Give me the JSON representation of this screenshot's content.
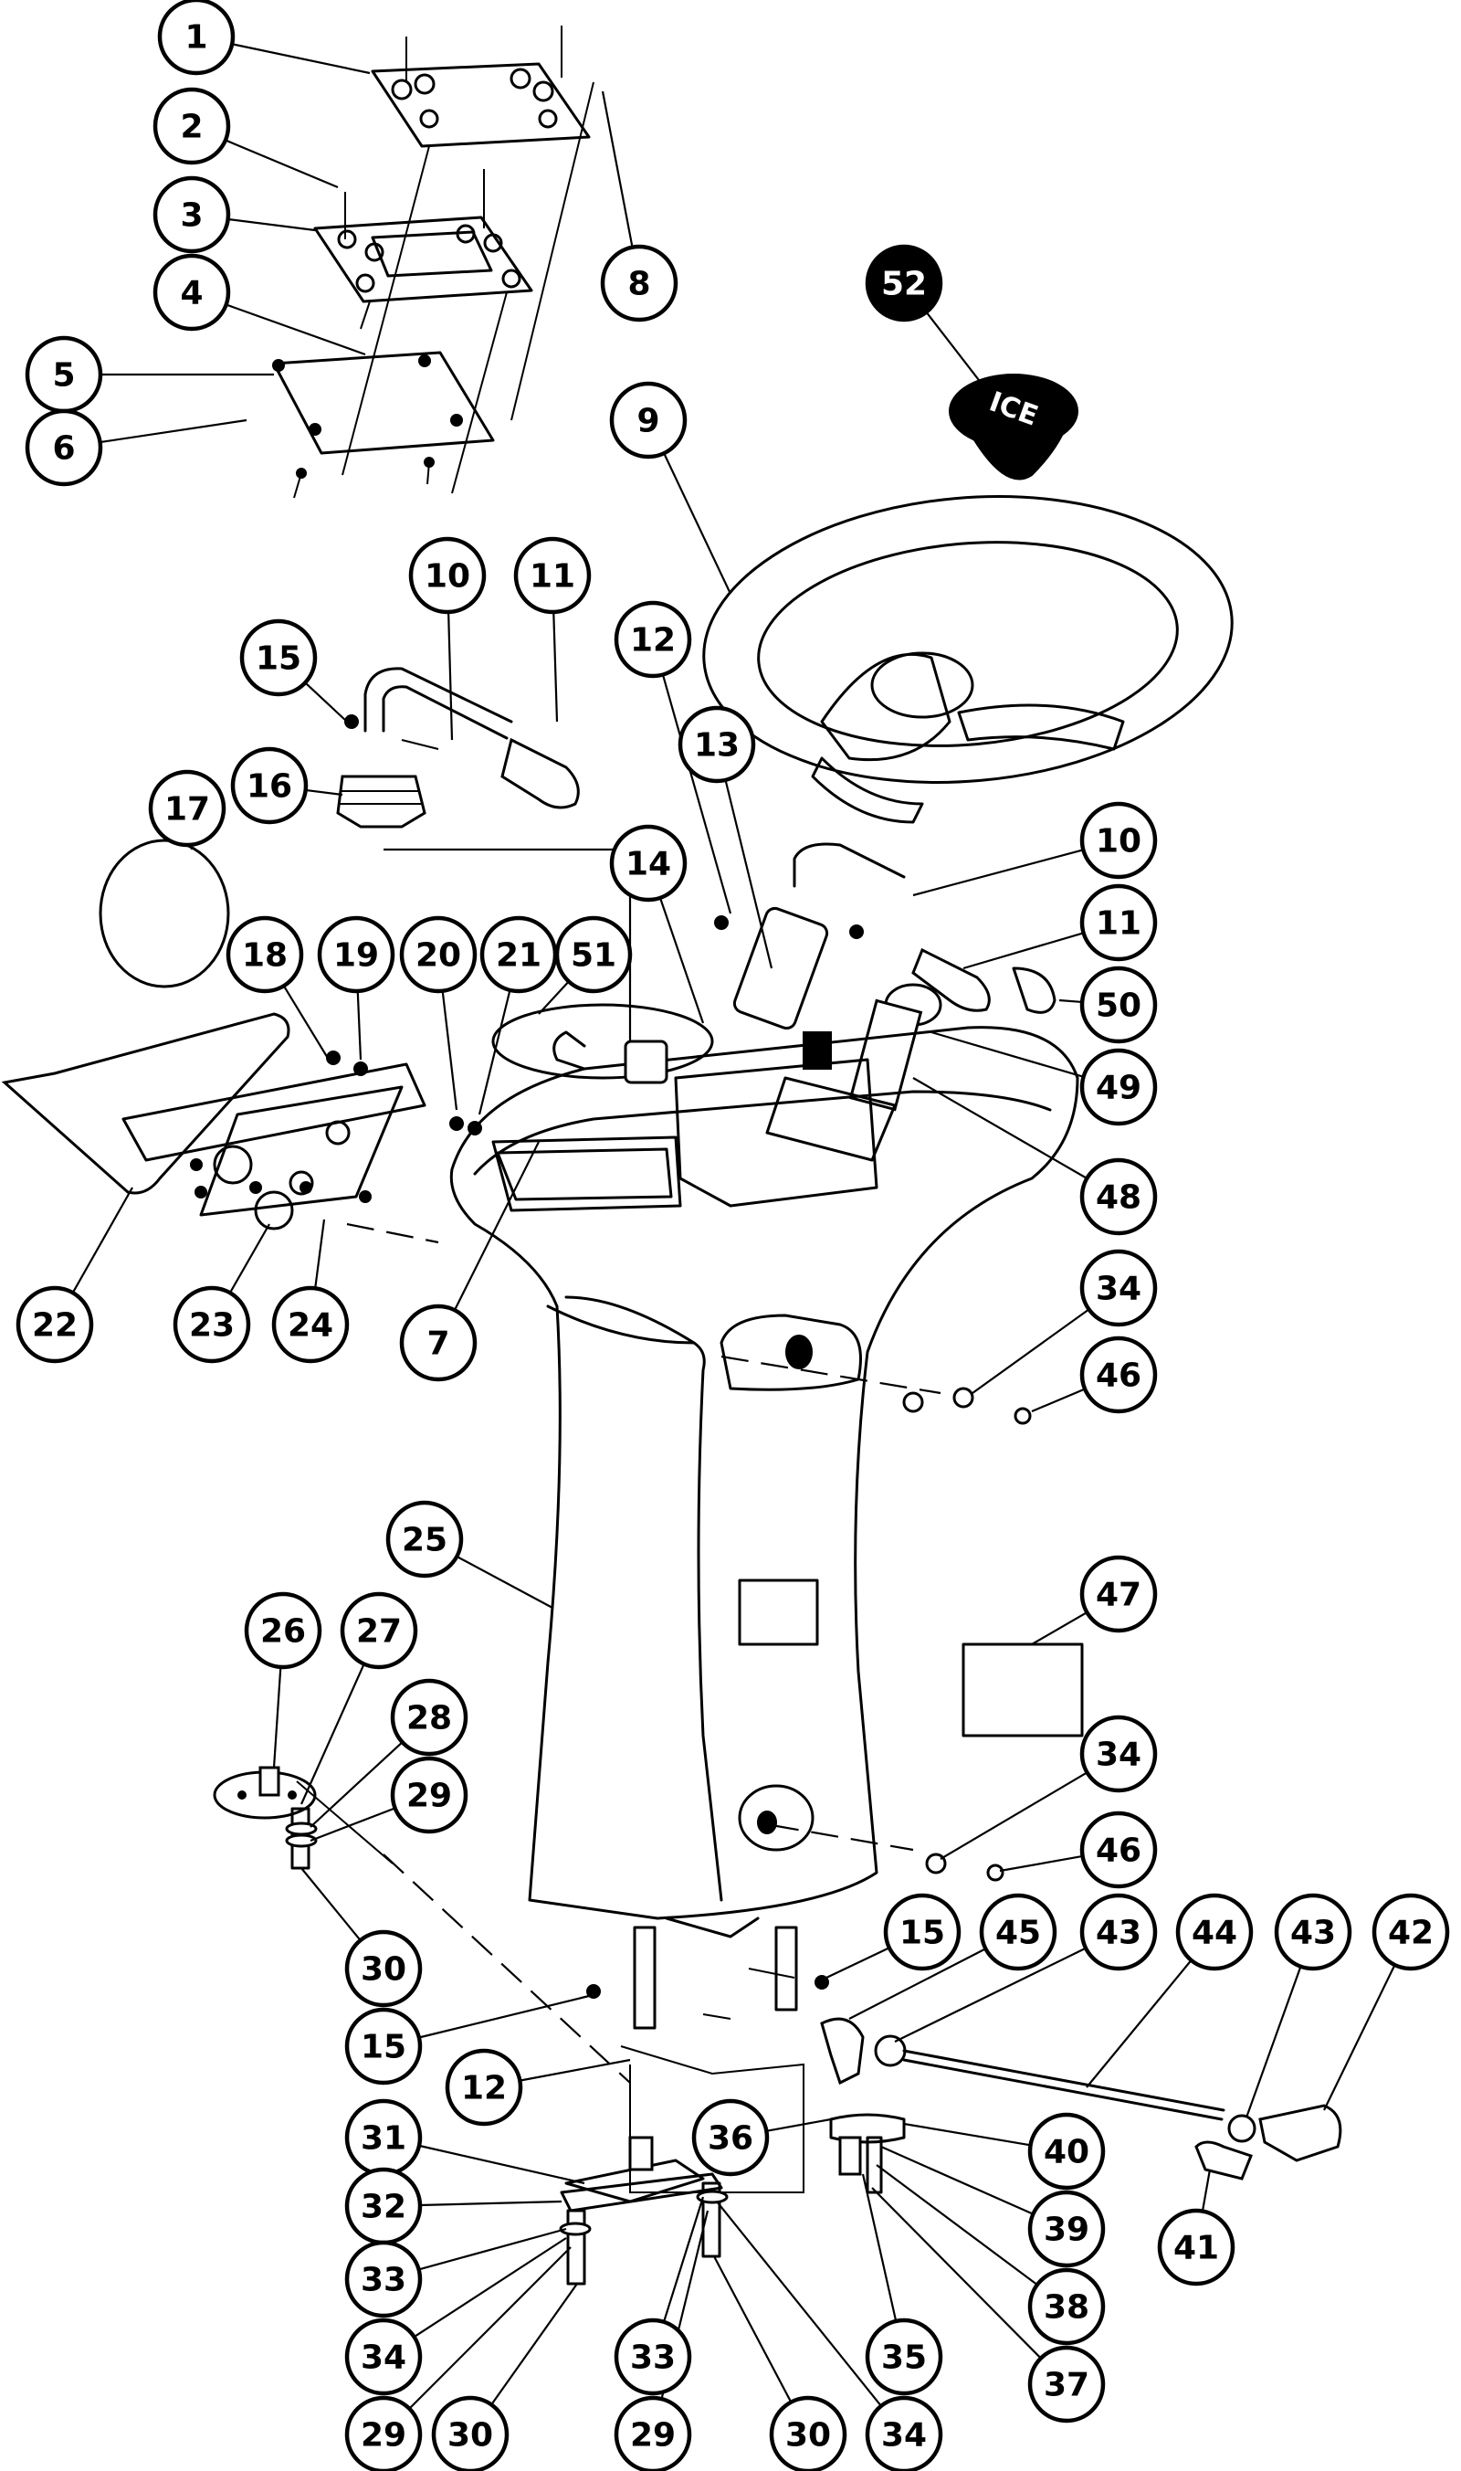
{
  "diagram": {
    "callouts": [
      {
        "id": "1",
        "label": "1",
        "filled": false
      },
      {
        "id": "2",
        "label": "2",
        "filled": false
      },
      {
        "id": "3",
        "label": "3",
        "filled": false
      },
      {
        "id": "4",
        "label": "4",
        "filled": false
      },
      {
        "id": "5",
        "label": "5",
        "filled": false
      },
      {
        "id": "6",
        "label": "6",
        "filled": false
      },
      {
        "id": "8",
        "label": "8",
        "filled": false
      },
      {
        "id": "52",
        "label": "52",
        "filled": true
      },
      {
        "id": "9",
        "label": "9",
        "filled": false
      },
      {
        "id": "10a",
        "label": "10",
        "filled": false
      },
      {
        "id": "11a",
        "label": "11",
        "filled": false
      },
      {
        "id": "15a",
        "label": "15",
        "filled": false
      },
      {
        "id": "16",
        "label": "16",
        "filled": false
      },
      {
        "id": "12a",
        "label": "12",
        "filled": false
      },
      {
        "id": "13",
        "label": "13",
        "filled": false
      },
      {
        "id": "17",
        "label": "17",
        "filled": false
      },
      {
        "id": "14",
        "label": "14",
        "filled": false
      },
      {
        "id": "10b",
        "label": "10",
        "filled": false
      },
      {
        "id": "11b",
        "label": "11",
        "filled": false
      },
      {
        "id": "50",
        "label": "50",
        "filled": false
      },
      {
        "id": "18",
        "label": "18",
        "filled": false
      },
      {
        "id": "19",
        "label": "19",
        "filled": false
      },
      {
        "id": "20",
        "label": "20",
        "filled": false
      },
      {
        "id": "21",
        "label": "21",
        "filled": false
      },
      {
        "id": "51",
        "label": "51",
        "filled": false
      },
      {
        "id": "49",
        "label": "49",
        "filled": false
      },
      {
        "id": "48",
        "label": "48",
        "filled": false
      },
      {
        "id": "22",
        "label": "22",
        "filled": false
      },
      {
        "id": "23",
        "label": "23",
        "filled": false
      },
      {
        "id": "24",
        "label": "24",
        "filled": false
      },
      {
        "id": "7",
        "label": "7",
        "filled": false
      },
      {
        "id": "34a",
        "label": "34",
        "filled": false
      },
      {
        "id": "46a",
        "label": "46",
        "filled": false
      },
      {
        "id": "25",
        "label": "25",
        "filled": false
      },
      {
        "id": "47",
        "label": "47",
        "filled": false
      },
      {
        "id": "26",
        "label": "26",
        "filled": false
      },
      {
        "id": "27",
        "label": "27",
        "filled": false
      },
      {
        "id": "28",
        "label": "28",
        "filled": false
      },
      {
        "id": "29a",
        "label": "29",
        "filled": false
      },
      {
        "id": "34b",
        "label": "34",
        "filled": false
      },
      {
        "id": "46b",
        "label": "46",
        "filled": false
      },
      {
        "id": "30a",
        "label": "30",
        "filled": false
      },
      {
        "id": "15b",
        "label": "15",
        "filled": false
      },
      {
        "id": "45",
        "label": "45",
        "filled": false
      },
      {
        "id": "43a",
        "label": "43",
        "filled": false
      },
      {
        "id": "44",
        "label": "44",
        "filled": false
      },
      {
        "id": "43b",
        "label": "43",
        "filled": false
      },
      {
        "id": "42",
        "label": "42",
        "filled": false
      },
      {
        "id": "15c",
        "label": "15",
        "filled": false
      },
      {
        "id": "12b",
        "label": "12",
        "filled": false
      },
      {
        "id": "31",
        "label": "31",
        "filled": false
      },
      {
        "id": "36",
        "label": "36",
        "filled": false
      },
      {
        "id": "40",
        "label": "40",
        "filled": false
      },
      {
        "id": "32",
        "label": "32",
        "filled": false
      },
      {
        "id": "41",
        "label": "41",
        "filled": false
      },
      {
        "id": "39",
        "label": "39",
        "filled": false
      },
      {
        "id": "33a",
        "label": "33",
        "filled": false
      },
      {
        "id": "38",
        "label": "38",
        "filled": false
      },
      {
        "id": "34c",
        "label": "34",
        "filled": false
      },
      {
        "id": "33b",
        "label": "33",
        "filled": false
      },
      {
        "id": "35",
        "label": "35",
        "filled": false
      },
      {
        "id": "37",
        "label": "37",
        "filled": false
      },
      {
        "id": "29b",
        "label": "29",
        "filled": false
      },
      {
        "id": "30b",
        "label": "30",
        "filled": false
      },
      {
        "id": "29c",
        "label": "29",
        "filled": false
      },
      {
        "id": "30c",
        "label": "30",
        "filled": false
      },
      {
        "id": "34d",
        "label": "34",
        "filled": false
      }
    ],
    "knob_label": "ICE"
  }
}
